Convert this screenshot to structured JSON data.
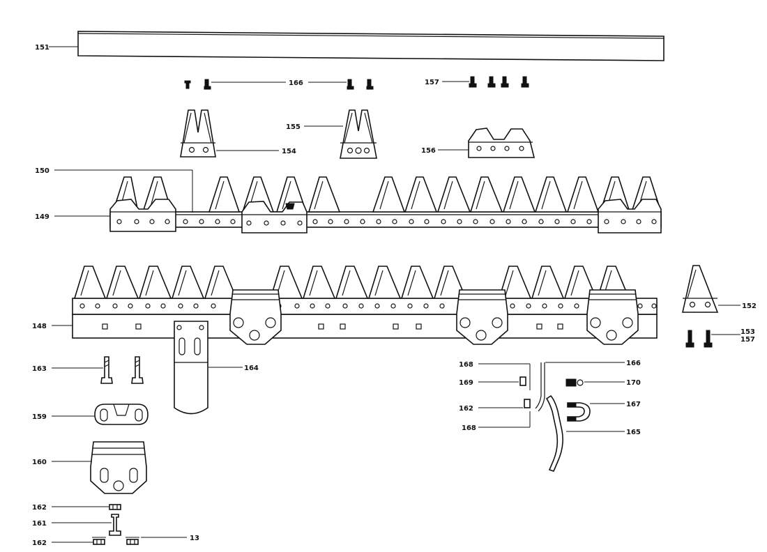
{
  "labels": {
    "l151": "151",
    "l166a": "166",
    "l157a": "157",
    "l155": "155",
    "l154": "154",
    "l156": "156",
    "l150": "150",
    "l149": "149",
    "l148": "148",
    "l152": "152",
    "l153": "153",
    "l157b": "157",
    "l163": "163",
    "l164": "164",
    "l159": "159",
    "l160": "160",
    "l162a": "162",
    "l161": "161",
    "l162b": "162",
    "l13": "13",
    "l168a": "168",
    "l169": "169",
    "l162c": "162",
    "l168b": "168",
    "l166b": "166",
    "l170": "170",
    "l167": "167",
    "l165": "165"
  }
}
